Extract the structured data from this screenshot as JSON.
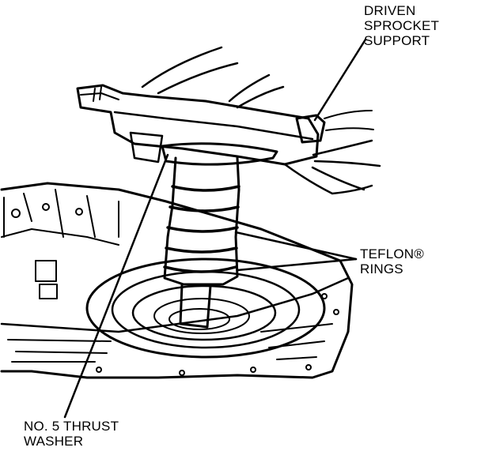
{
  "callouts": {
    "driven_sprocket_support": [
      "DRIVEN",
      "SPROCKET",
      "SUPPORT"
    ],
    "teflon_rings": [
      "TEFLON®",
      "RINGS"
    ],
    "thrust_washer": [
      "NO. 5 THRUST",
      "WASHER"
    ]
  },
  "colors": {
    "ink": "#000000",
    "paper": "#ffffff"
  }
}
